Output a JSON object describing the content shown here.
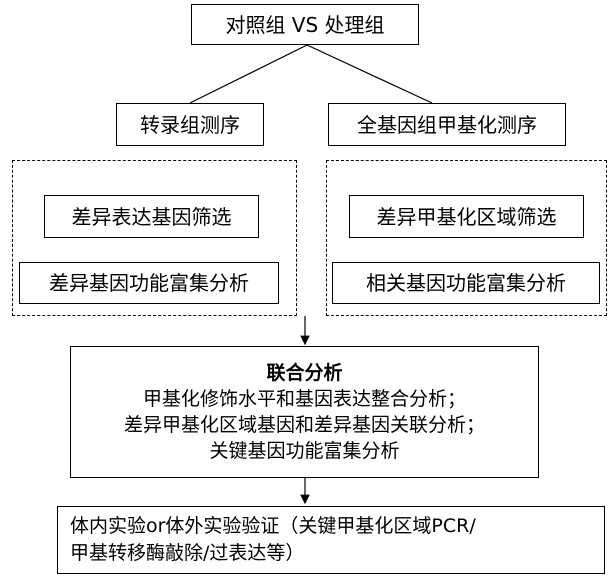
{
  "top": "对照组 VS 处理组",
  "left_branch": {
    "title": "转录组测序",
    "steps": [
      "差异表达基因筛选",
      "差异基因功能富集分析"
    ]
  },
  "right_branch": {
    "title": "全基因组甲基化测序",
    "steps": [
      "差异甲基化区域筛选",
      "相关基因功能富集分析"
    ]
  },
  "integration": {
    "title": "联合分析",
    "lines": [
      "甲基化修饰水平和基因表达整合分析；",
      "差异甲基化区域基因和差异基因关联分析；",
      "关键基因功能富集分析"
    ]
  },
  "validation": {
    "lines": [
      "体内实验or体外实验验证（关键甲基化区域PCR/",
      "甲基转移酶敲除/过表达等）"
    ]
  }
}
